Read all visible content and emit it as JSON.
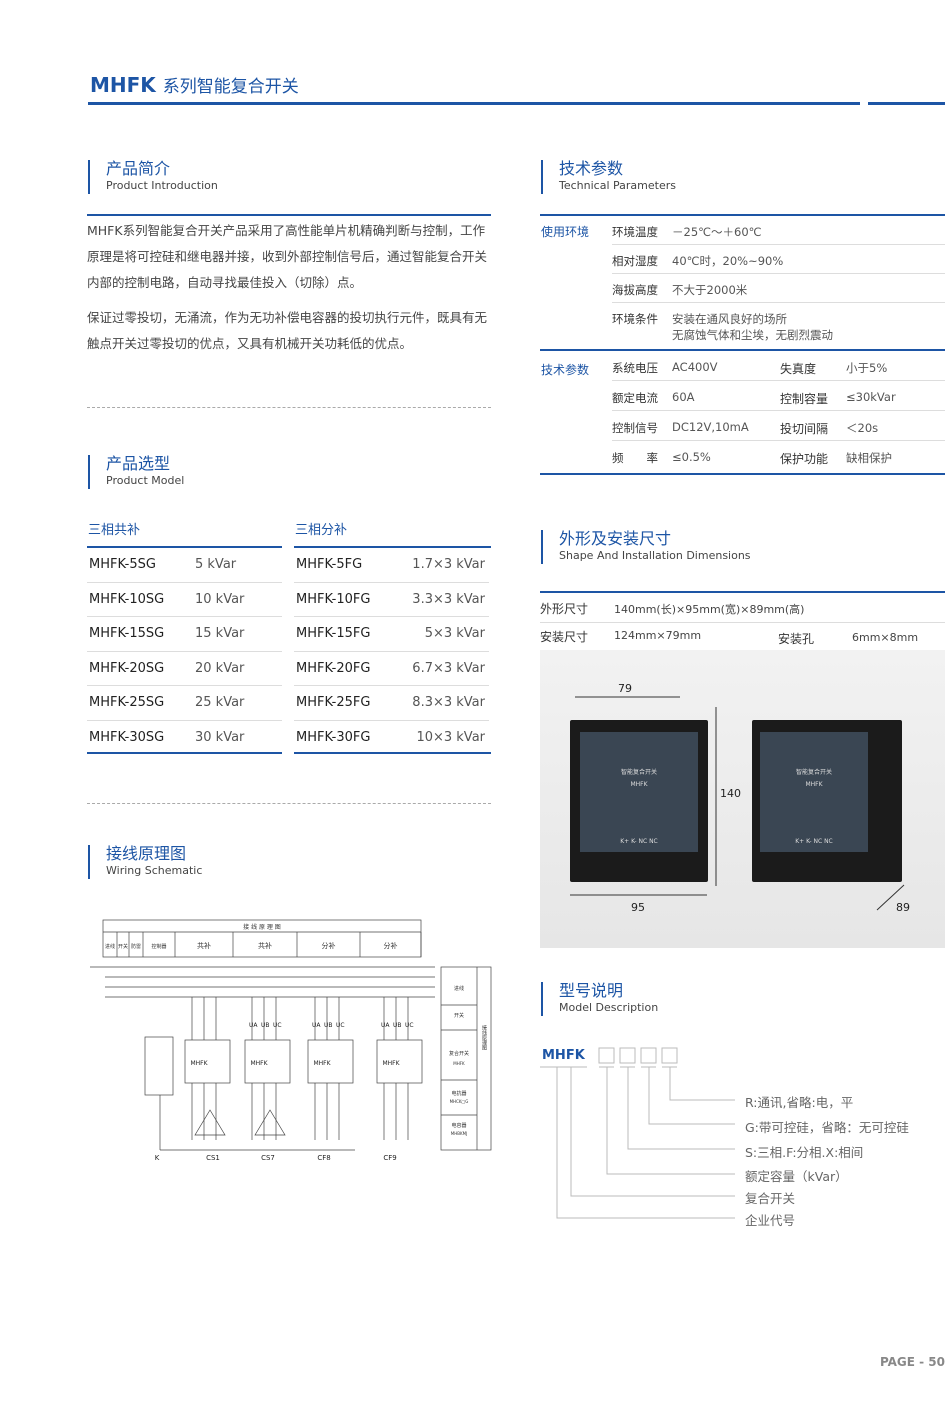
{
  "header": {
    "brand": "MHFK",
    "title": "系列智能复合开关"
  },
  "intro": {
    "title_cn": "产品简介",
    "title_en": "Product Introduction",
    "para1": "MHFK系列智能复合开关产品采用了高性能单片机精确判断与控制，工作原理是将可控硅和继电器并接，收到外部控制信号后，通过智能复合开关内部的控制电路，自动寻找最佳投入（切除）点。",
    "para2": "保证过零投切，无涌流，作为无功补偿电容器的投切执行元件，既具有无触点开关过零投切的优点，又具有机械开关功耗低的优点。"
  },
  "model": {
    "title_cn": "产品选型",
    "title_en": "Product Model",
    "common": {
      "header": "三相共补",
      "rows": [
        [
          "MHFK-5SG",
          "5 kVar"
        ],
        [
          "MHFK-10SG",
          "10 kVar"
        ],
        [
          "MHFK-15SG",
          "15 kVar"
        ],
        [
          "MHFK-20SG",
          "20 kVar"
        ],
        [
          "MHFK-25SG",
          "25 kVar"
        ],
        [
          "MHFK-30SG",
          "30 kVar"
        ]
      ]
    },
    "split": {
      "header": "三相分补",
      "rows": [
        [
          "MHFK-5FG",
          "1.7×3 kVar"
        ],
        [
          "MHFK-10FG",
          "3.3×3 kVar"
        ],
        [
          "MHFK-15FG",
          "5×3 kVar"
        ],
        [
          "MHFK-20FG",
          "6.7×3 kVar"
        ],
        [
          "MHFK-25FG",
          "8.3×3 kVar"
        ],
        [
          "MHFK-30FG",
          "10×3 kVar"
        ]
      ]
    }
  },
  "wiring": {
    "title_cn": "接线原理图",
    "title_en": "Wiring Schematic",
    "table_title": "接 线 原 理 图",
    "cols": [
      "进线",
      "开关",
      "防雷",
      "控制器",
      "共补",
      "共补",
      "分补",
      "分补"
    ],
    "side": [
      "进线",
      "开关",
      "复合开关",
      "MHFK",
      "电抗器",
      "MHCK□G",
      "电容器",
      "MHBKMJ"
    ],
    "side_title": "接线原理图",
    "modules": [
      "MHFK",
      "MHFK",
      "MHFK",
      "MHFK"
    ],
    "bottom": [
      "K",
      "CS1",
      "CS7",
      "CF8",
      "CF9"
    ],
    "phase": [
      "UA",
      "UB",
      "UC"
    ]
  },
  "tech": {
    "title_cn": "技术参数",
    "title_en": "Technical Parameters",
    "env_label": "使用环境",
    "env": [
      [
        "环境温度",
        "－25℃～＋60℃"
      ],
      [
        "相对湿度",
        "40℃时，20%~90%"
      ],
      [
        "海拔高度",
        "不大于2000米"
      ],
      [
        "环境条件",
        "安装在通风良好的场所",
        "无腐蚀气体和尘埃，无剧烈震动"
      ]
    ],
    "param_label": "技术参数",
    "params": [
      [
        "系统电压",
        "AC400V",
        "失真度",
        "小于5%"
      ],
      [
        "额定电流",
        "60A",
        "控制容量",
        "≤30kVar"
      ],
      [
        "控制信号",
        "DC12V,10mA",
        "投切间隔",
        "＜20s"
      ],
      [
        "频　　率",
        "≤0.5%",
        "保护功能",
        "缺相保护"
      ]
    ]
  },
  "dims": {
    "title_cn": "外形及安装尺寸",
    "title_en": "Shape And Installation Dimensions",
    "outer_label": "外形尺寸",
    "outer": "140mm(长)×95mm(宽)×89mm(高)",
    "mount_label": "安装尺寸",
    "mount": "124mm×79mm",
    "hole_label": "安装孔",
    "hole": "6mm×8mm",
    "photo": {
      "w_top": "79",
      "h": "140",
      "w_bottom": "95",
      "d": "89",
      "panel": "智能复合开关",
      "model": "MHFK",
      "terms": "K+ K- NC NC"
    }
  },
  "desc": {
    "title_cn": "型号说明",
    "title_en": "Model Description",
    "code": "MHFK",
    "items": [
      "R:通讯,省略:电，平",
      "G:带可控硅，省略：无可控硅",
      "S:三相.F:分相.X:相间",
      "额定容量（kVar）",
      "复合开关",
      "企业代号"
    ]
  },
  "page": "PAGE - 50"
}
